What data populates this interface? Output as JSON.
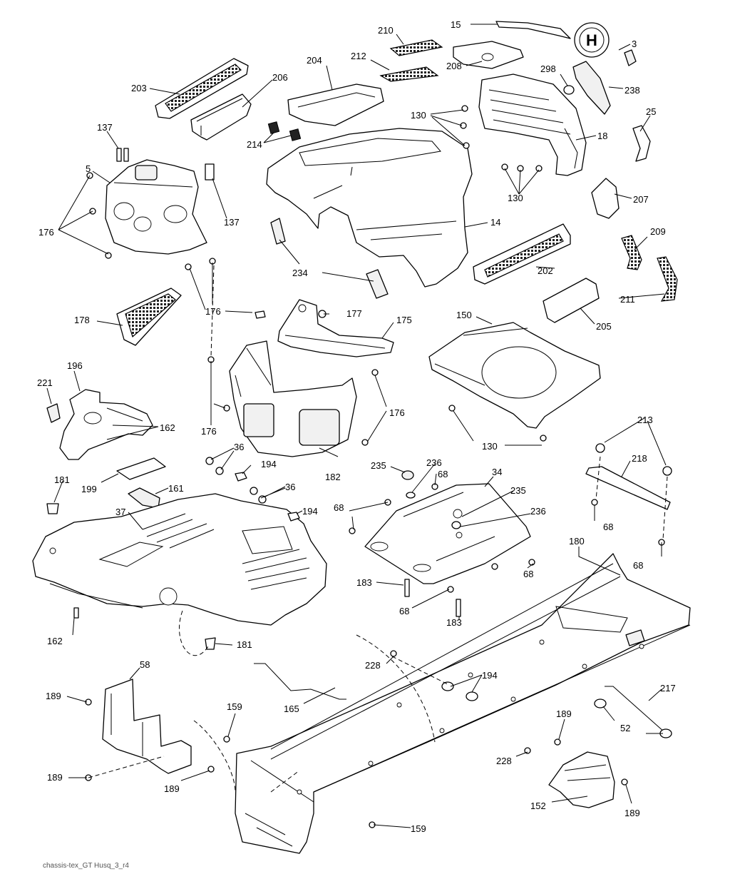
{
  "callouts": [
    {
      "id": "c15",
      "text": "15"
    },
    {
      "id": "c210",
      "text": "210"
    },
    {
      "id": "c3",
      "text": "3"
    },
    {
      "id": "c208",
      "text": "208"
    },
    {
      "id": "c204",
      "text": "204"
    },
    {
      "id": "c212",
      "text": "212"
    },
    {
      "id": "c298",
      "text": "298"
    },
    {
      "id": "c238",
      "text": "238"
    },
    {
      "id": "c203",
      "text": "203"
    },
    {
      "id": "c206",
      "text": "206"
    },
    {
      "id": "c130a",
      "text": "130"
    },
    {
      "id": "c25",
      "text": "25"
    },
    {
      "id": "c137a",
      "text": "137"
    },
    {
      "id": "c214",
      "text": "214"
    },
    {
      "id": "c18",
      "text": "18"
    },
    {
      "id": "c5",
      "text": "5"
    },
    {
      "id": "c130b",
      "text": "130"
    },
    {
      "id": "c207",
      "text": "207"
    },
    {
      "id": "c137b",
      "text": "137"
    },
    {
      "id": "c176a",
      "text": "176"
    },
    {
      "id": "c14",
      "text": "14"
    },
    {
      "id": "c209",
      "text": "209"
    },
    {
      "id": "c202",
      "text": "202"
    },
    {
      "id": "c234",
      "text": "234"
    },
    {
      "id": "c211",
      "text": "211"
    },
    {
      "id": "c178",
      "text": "178"
    },
    {
      "id": "c176b",
      "text": "176"
    },
    {
      "id": "c177",
      "text": "177"
    },
    {
      "id": "c150",
      "text": "150"
    },
    {
      "id": "c205",
      "text": "205"
    },
    {
      "id": "c175",
      "text": "175"
    },
    {
      "id": "c196",
      "text": "196"
    },
    {
      "id": "c221",
      "text": "221"
    },
    {
      "id": "c162a",
      "text": "162"
    },
    {
      "id": "c176c",
      "text": "176"
    },
    {
      "id": "c176d",
      "text": "176"
    },
    {
      "id": "c130c",
      "text": "130"
    },
    {
      "id": "c36a",
      "text": "36"
    },
    {
      "id": "c213",
      "text": "213"
    },
    {
      "id": "c194a",
      "text": "194"
    },
    {
      "id": "c235a",
      "text": "235"
    },
    {
      "id": "c236a",
      "text": "236"
    },
    {
      "id": "c68a",
      "text": "68"
    },
    {
      "id": "c34",
      "text": "34"
    },
    {
      "id": "c218",
      "text": "218"
    },
    {
      "id": "c182",
      "text": "182"
    },
    {
      "id": "c181a",
      "text": "181"
    },
    {
      "id": "c199",
      "text": "199"
    },
    {
      "id": "c161",
      "text": "161"
    },
    {
      "id": "c36b",
      "text": "36"
    },
    {
      "id": "c235b",
      "text": "235"
    },
    {
      "id": "c37",
      "text": "37"
    },
    {
      "id": "c194b",
      "text": "194"
    },
    {
      "id": "c68b",
      "text": "68"
    },
    {
      "id": "c236b",
      "text": "236"
    },
    {
      "id": "c68c",
      "text": "68"
    },
    {
      "id": "c180",
      "text": "180"
    },
    {
      "id": "c68d",
      "text": "68"
    },
    {
      "id": "c68e",
      "text": "68"
    },
    {
      "id": "c183a",
      "text": "183"
    },
    {
      "id": "c68f",
      "text": "68"
    },
    {
      "id": "c183b",
      "text": "183"
    },
    {
      "id": "c162b",
      "text": "162"
    },
    {
      "id": "c181b",
      "text": "181"
    },
    {
      "id": "c228a",
      "text": "228"
    },
    {
      "id": "c58",
      "text": "58"
    },
    {
      "id": "c194c",
      "text": "194"
    },
    {
      "id": "c217",
      "text": "217"
    },
    {
      "id": "c189a",
      "text": "189"
    },
    {
      "id": "c165",
      "text": "165"
    },
    {
      "id": "c159a",
      "text": "159"
    },
    {
      "id": "c52",
      "text": "52"
    },
    {
      "id": "c189b",
      "text": "189"
    },
    {
      "id": "c228b",
      "text": "228"
    },
    {
      "id": "c189c",
      "text": "189"
    },
    {
      "id": "c189d",
      "text": "189"
    },
    {
      "id": "c152",
      "text": "152"
    },
    {
      "id": "c189e",
      "text": "189"
    },
    {
      "id": "c159b",
      "text": "159"
    }
  ],
  "caption": "chassis-tex_GT Husq_3_r4",
  "logo_text": "H"
}
